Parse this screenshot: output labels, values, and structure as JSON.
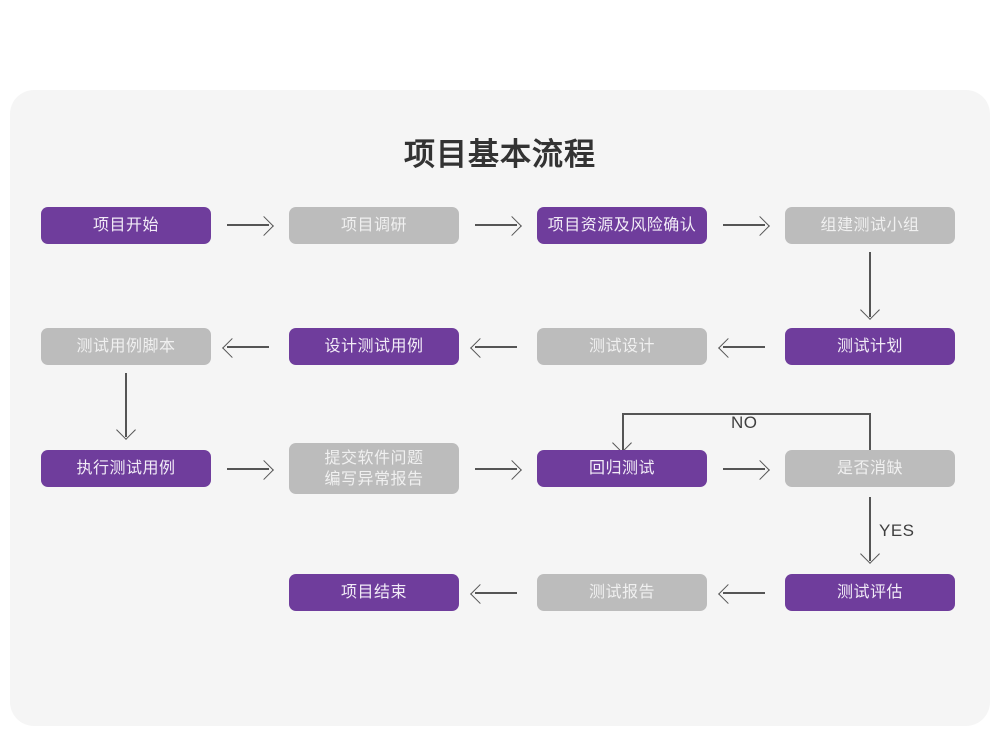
{
  "page": {
    "background_color": "#ffffff",
    "card_color": "#f5f5f5"
  },
  "colors": {
    "accent_purple": "#6f3d9c",
    "muted_gray": "#bcbcbc",
    "connector": "#555555",
    "title_text": "#333333"
  },
  "diagram": {
    "title": "项目基本流程",
    "type": "flowchart",
    "nodes": [
      {
        "id": "n1",
        "label": "项目开始",
        "style": "purple",
        "row": 1,
        "col": 1
      },
      {
        "id": "n2",
        "label": "项目调研",
        "style": "gray",
        "row": 1,
        "col": 2
      },
      {
        "id": "n3",
        "label": "项目资源及风险确认",
        "style": "purple",
        "row": 1,
        "col": 3
      },
      {
        "id": "n4",
        "label": "组建测试小组",
        "style": "gray",
        "row": 1,
        "col": 4
      },
      {
        "id": "n5",
        "label": "测试用例脚本",
        "style": "gray",
        "row": 2,
        "col": 1
      },
      {
        "id": "n6",
        "label": "设计测试用例",
        "style": "purple",
        "row": 2,
        "col": 2
      },
      {
        "id": "n7",
        "label": "测试设计",
        "style": "gray",
        "row": 2,
        "col": 3
      },
      {
        "id": "n8",
        "label": "测试计划",
        "style": "purple",
        "row": 2,
        "col": 4
      },
      {
        "id": "n9",
        "label": "执行测试用例",
        "style": "purple",
        "row": 3,
        "col": 1
      },
      {
        "id": "n10",
        "label": "提交软件问题\n编写异常报告",
        "style": "gray",
        "row": 3,
        "col": 2
      },
      {
        "id": "n11",
        "label": "回归测试",
        "style": "purple",
        "row": 3,
        "col": 3
      },
      {
        "id": "n12",
        "label": "是否消缺",
        "style": "gray",
        "row": 3,
        "col": 4
      },
      {
        "id": "n13",
        "label": "项目结束",
        "style": "purple",
        "row": 4,
        "col": 2
      },
      {
        "id": "n14",
        "label": "测试报告",
        "style": "gray",
        "row": 4,
        "col": 3
      },
      {
        "id": "n15",
        "label": "测试评估",
        "style": "purple",
        "row": 4,
        "col": 4
      }
    ],
    "edges": [
      {
        "from": "n1",
        "to": "n2",
        "direction": "right",
        "label": ""
      },
      {
        "from": "n2",
        "to": "n3",
        "direction": "right",
        "label": ""
      },
      {
        "from": "n3",
        "to": "n4",
        "direction": "right",
        "label": ""
      },
      {
        "from": "n4",
        "to": "n8",
        "direction": "down",
        "label": ""
      },
      {
        "from": "n8",
        "to": "n7",
        "direction": "left",
        "label": ""
      },
      {
        "from": "n7",
        "to": "n6",
        "direction": "left",
        "label": ""
      },
      {
        "from": "n6",
        "to": "n5",
        "direction": "left",
        "label": ""
      },
      {
        "from": "n5",
        "to": "n9",
        "direction": "down",
        "label": ""
      },
      {
        "from": "n9",
        "to": "n10",
        "direction": "right",
        "label": ""
      },
      {
        "from": "n10",
        "to": "n11",
        "direction": "right",
        "label": ""
      },
      {
        "from": "n11",
        "to": "n12",
        "direction": "right",
        "label": ""
      },
      {
        "from": "n12",
        "to": "n11",
        "direction": "loop-up-left",
        "label": "NO"
      },
      {
        "from": "n12",
        "to": "n15",
        "direction": "down",
        "label": "YES"
      },
      {
        "from": "n15",
        "to": "n14",
        "direction": "left",
        "label": ""
      },
      {
        "from": "n14",
        "to": "n13",
        "direction": "left",
        "label": ""
      }
    ],
    "edge_labels": {
      "no": "NO",
      "yes": "YES"
    }
  }
}
